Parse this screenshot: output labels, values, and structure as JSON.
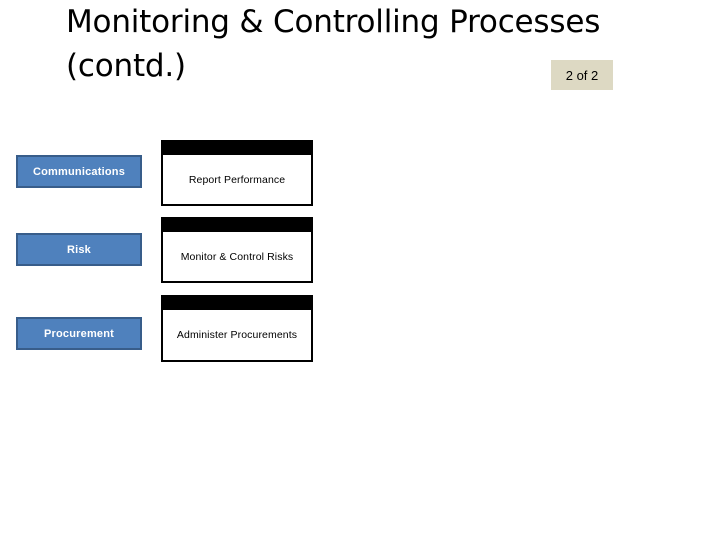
{
  "slide": {
    "title": "Monitoring & Controlling Processes (contd.)",
    "page_badge": "2 of 2",
    "colors": {
      "chip_fill": "#4f81bd",
      "chip_border": "#385d8a",
      "chip_text": "#ffffff",
      "box_frame": "#000000",
      "box_fill": "#ffffff",
      "badge_fill": "#ddd9c3",
      "background": "#ffffff"
    }
  },
  "diagram": {
    "rows": [
      {
        "knowledge_area": "Communications",
        "process": "Report Performance"
      },
      {
        "knowledge_area": "Risk",
        "process": "Monitor & Control Risks"
      },
      {
        "knowledge_area": "Procurement",
        "process": "Administer Procurements"
      }
    ]
  }
}
